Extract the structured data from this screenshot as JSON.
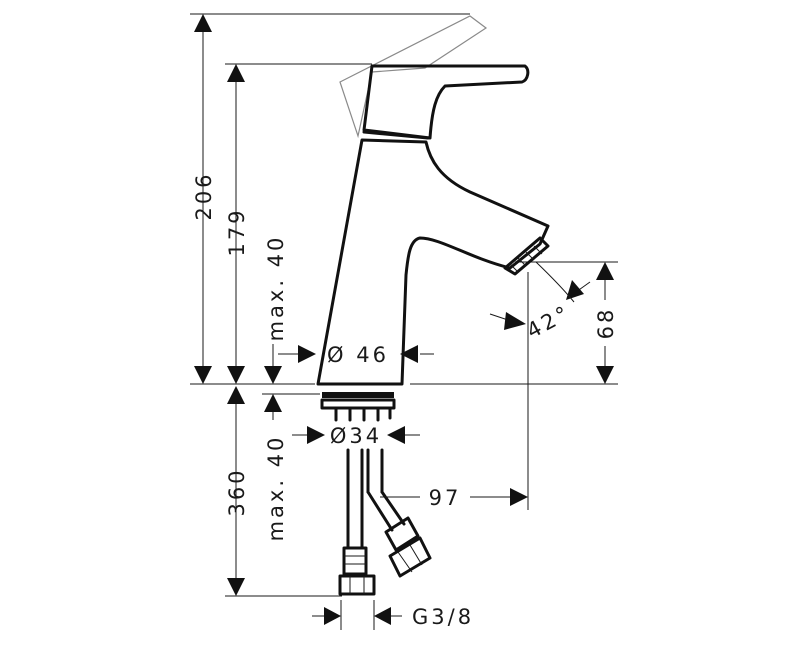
{
  "drawing": {
    "colors": {
      "line": "#111111",
      "ghost": "#8a8a8a",
      "background": "#ffffff"
    },
    "dimensions": {
      "total_height": "206",
      "body_height": "179",
      "max_counter_above": "max. 40",
      "max_counter_below": "max. 40",
      "spout_diameter": "Ø 46",
      "shank_diameter": "Ø34",
      "spout_angle": "42°",
      "spout_height": "68",
      "reach": "97",
      "hose_length": "360",
      "connection_thread": "G3/8"
    }
  }
}
